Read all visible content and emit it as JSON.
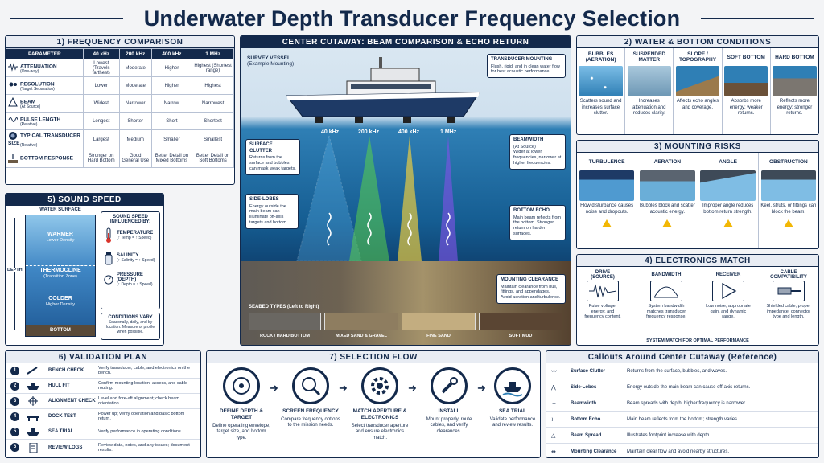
{
  "title": "Underwater Depth Transducer Frequency Selection",
  "freq": {
    "header": "1) FREQUENCY COMPARISON",
    "columns": [
      "PARAMETER",
      "40 kHz",
      "200 kHz",
      "400 kHz",
      "1 MHz"
    ],
    "rows": [
      {
        "param": "ATTENUATION",
        "sub": "(One-way)",
        "values": [
          "Lowest (Travels farthest)",
          "Moderate",
          "Higher",
          "Highest (Shortest range)"
        ]
      },
      {
        "param": "RESOLUTION",
        "sub": "(Target Separation)",
        "values": [
          "Lower",
          "Moderate",
          "Higher",
          "Highest"
        ]
      },
      {
        "param": "BEAM",
        "sub": "(At Source)",
        "values": [
          "Widest",
          "Narrower",
          "Narrow",
          "Narrowest"
        ]
      },
      {
        "param": "PULSE LENGTH",
        "sub": "(Relative)",
        "values": [
          "Longest",
          "Shorter",
          "Short",
          "Shortest"
        ]
      },
      {
        "param": "TYPICAL TRANSDUCER SIZE",
        "sub": "(Relative)",
        "values": [
          "Largest",
          "Medium",
          "Smaller",
          "Smallest"
        ]
      },
      {
        "param": "BOTTOM RESPONSE",
        "sub": "",
        "values": [
          "Stronger on Hard Bottom",
          "Good General Use",
          "Better Detail on Mixed Bottoms",
          "Better Detail on Soft Bottoms"
        ]
      }
    ]
  },
  "sound": {
    "header": "5) SOUND SPEED",
    "surface": "WATER SURFACE",
    "depth": "DEPTH",
    "warmer": "WARMER",
    "warmer_sub": "Lower Density",
    "thermocline": "THERMOCLINE",
    "thermocline_sub": "(Transition Zone)",
    "colder": "COLDER",
    "colder_sub": "Higher Density",
    "bottom": "BOTTOM",
    "influence_title": "SOUND SPEED INFLUENCED BY:",
    "temp": "TEMPERATURE",
    "temp_sub": "(↑ Temp = ↑ Speed)",
    "salinity": "SALINITY",
    "salinity_sub": "(↑ Salinity = ↑ Speed)",
    "pressure": "PRESSURE (DEPTH)",
    "pressure_sub": "(↑ Depth = ↑ Speed)",
    "vary_title": "CONDITIONS VARY",
    "vary_text": "Seasonally, daily, and by location. Measure or profile when possible."
  },
  "center": {
    "header": "CENTER CUTAWAY: BEAM COMPARISON & ECHO RETURN",
    "vessel": "SURVEY VESSEL",
    "vessel_sub": "(Example Mounting)",
    "mount_title": "TRANSDUCER MOUNTING",
    "mount_text": "Flush, rigid, and in clean water flow for best acoustic performance.",
    "freqs": [
      "40 kHz",
      "200 kHz",
      "400 kHz",
      "1 MHz"
    ],
    "clutter_title": "SURFACE CLUTTER",
    "clutter_text": "Returns from the surface and bubbles can mask weak targets.",
    "side_title": "SIDE-LOBES",
    "side_text": "Energy outside the main beam can illuminate off-axis targets and bottom.",
    "bw_title": "BEAMWIDTH",
    "bw_sub": "(At Source)",
    "bw_text": "Wider at lower frequencies, narrower at higher frequencies.",
    "echo_title": "BOTTOM ECHO",
    "echo_text": "Main beam reflects from the bottom. Stronger return on harder surfaces.",
    "clear_title": "MOUNTING CLEARANCE",
    "clear_text": "Maintain clearance from hull, fittings, and appendages. Avoid aeration and turbulence.",
    "seabed_title": "SEABED TYPES (Left to Right)",
    "seabeds": [
      "ROCK / HARD BOTTOM",
      "MIXED SAND & GRAVEL",
      "FINE SAND",
      "SOFT MUD"
    ]
  },
  "water": {
    "header": "2) WATER & BOTTOM CONDITIONS",
    "items": [
      {
        "title": "BUBBLES (AERATION)",
        "text": "Scatters sound and increases surface clutter."
      },
      {
        "title": "SUSPENDED MATTER",
        "text": "Increases attenuation and reduces clarity."
      },
      {
        "title": "SLOPE / TOPOGRAPHY",
        "text": "Affects echo angles and coverage."
      },
      {
        "title": "SOFT BOTTOM",
        "text": "Absorbs more energy; weaker returns."
      },
      {
        "title": "HARD BOTTOM",
        "text": "Reflects more energy; stronger returns."
      }
    ]
  },
  "risks": {
    "header": "3) MOUNTING RISKS",
    "items": [
      {
        "title": "TURBULENCE",
        "text": "Flow disturbance causes noise and dropouts."
      },
      {
        "title": "AERATION",
        "text": "Bubbles block and scatter acoustic energy."
      },
      {
        "title": "ANGLE",
        "text": "Improper angle reduces bottom return strength."
      },
      {
        "title": "OBSTRUCTION",
        "text": "Keel, struts, or fittings can block the beam."
      }
    ]
  },
  "electronics": {
    "header": "4) ELECTRONICS MATCH",
    "items": [
      {
        "title": "DRIVE (SOURCE)",
        "text": "Pulse voltage, energy, and frequency content."
      },
      {
        "title": "BANDWIDTH",
        "text": "System bandwidth matches transducer frequency response."
      },
      {
        "title": "RECEIVER",
        "text": "Low noise, appropriate gain, and dynamic range."
      },
      {
        "title": "CABLE COMPATIBILITY",
        "text": "Shielded cable, proper impedance, connector type and length."
      }
    ],
    "footer": "SYSTEM MATCH FOR OPTIMAL PERFORMANCE"
  },
  "validation": {
    "header": "6) VALIDATION PLAN",
    "items": [
      {
        "n": "1",
        "title": "BENCH CHECK",
        "text": "Verify transducer, cable, and electronics on the bench."
      },
      {
        "n": "2",
        "title": "HULL FIT",
        "text": "Confirm mounting location, access, and cable routing."
      },
      {
        "n": "3",
        "title": "ALIGNMENT CHECK",
        "text": "Level and fore-aft alignment; check beam orientation."
      },
      {
        "n": "4",
        "title": "DOCK TEST",
        "text": "Power up; verify operation and basic bottom return."
      },
      {
        "n": "5",
        "title": "SEA TRIAL",
        "text": "Verify performance in operating conditions."
      },
      {
        "n": "6",
        "title": "REVIEW LOGS",
        "text": "Review data, notes, and any issues; document results."
      }
    ]
  },
  "flow": {
    "header": "7) SELECTION FLOW",
    "steps": [
      {
        "title": "DEFINE DEPTH & TARGET",
        "text": "Define operating envelope, target size, and bottom type."
      },
      {
        "title": "SCREEN FREQUENCY",
        "text": "Compare frequency options to the mission needs."
      },
      {
        "title": "MATCH APERTURE & ELECTRONICS",
        "text": "Select transducer aperture and ensure electronics match."
      },
      {
        "title": "INSTALL",
        "text": "Mount properly, route cables, and verify clearances."
      },
      {
        "title": "SEA TRIAL",
        "text": "Validate performance and review results."
      }
    ]
  },
  "callouts": {
    "header": "Callouts Around Center Cutaway (Reference)",
    "items": [
      {
        "title": "Surface Clutter",
        "text": "Returns from the surface, bubbles, and waves."
      },
      {
        "title": "Side-Lobes",
        "text": "Energy outside the main beam can cause off-axis returns."
      },
      {
        "title": "Beamwidth",
        "text": "Beam spreads with depth; higher frequency is narrower."
      },
      {
        "title": "Bottom Echo",
        "text": "Main beam reflects from the bottom; strength varies."
      },
      {
        "title": "Beam Spread",
        "text": "Illustrates footprint increase with depth."
      },
      {
        "title": "Mounting Clearance",
        "text": "Maintain clear flow and avoid nearby structures."
      }
    ]
  }
}
